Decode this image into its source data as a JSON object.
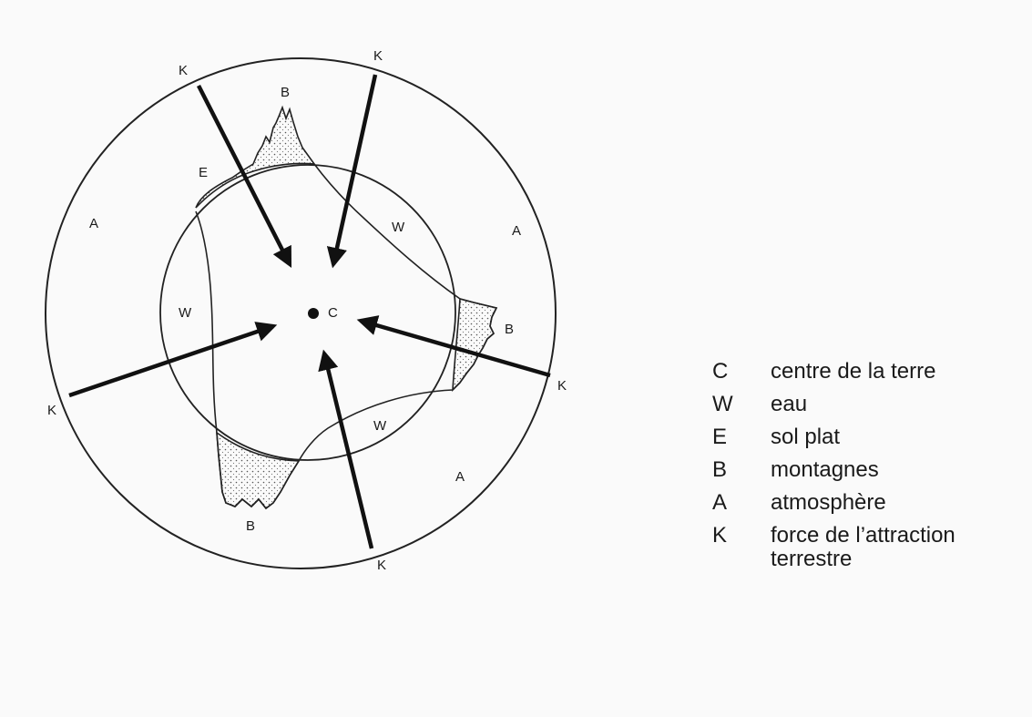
{
  "diagram": {
    "labels": {
      "k_top_left": "K",
      "k_top_right": "K",
      "k_left": "K",
      "k_right": "K",
      "k_bottom": "K",
      "b_top": "B",
      "b_right": "B",
      "b_bottom": "B",
      "e": "E",
      "a_left": "A",
      "a_right": "A",
      "a_bottom": "A",
      "w_left": "W",
      "w_top": "W",
      "w_bottom": "W",
      "c": "C"
    }
  },
  "legend": [
    {
      "key": "C",
      "text": "centre de la terre"
    },
    {
      "key": "W",
      "text": "eau"
    },
    {
      "key": "E",
      "text": "sol plat"
    },
    {
      "key": "B",
      "text": "montagnes"
    },
    {
      "key": "A",
      "text": "atmosphère"
    },
    {
      "key": "K",
      "text": "force de l’attraction terrestre"
    }
  ]
}
